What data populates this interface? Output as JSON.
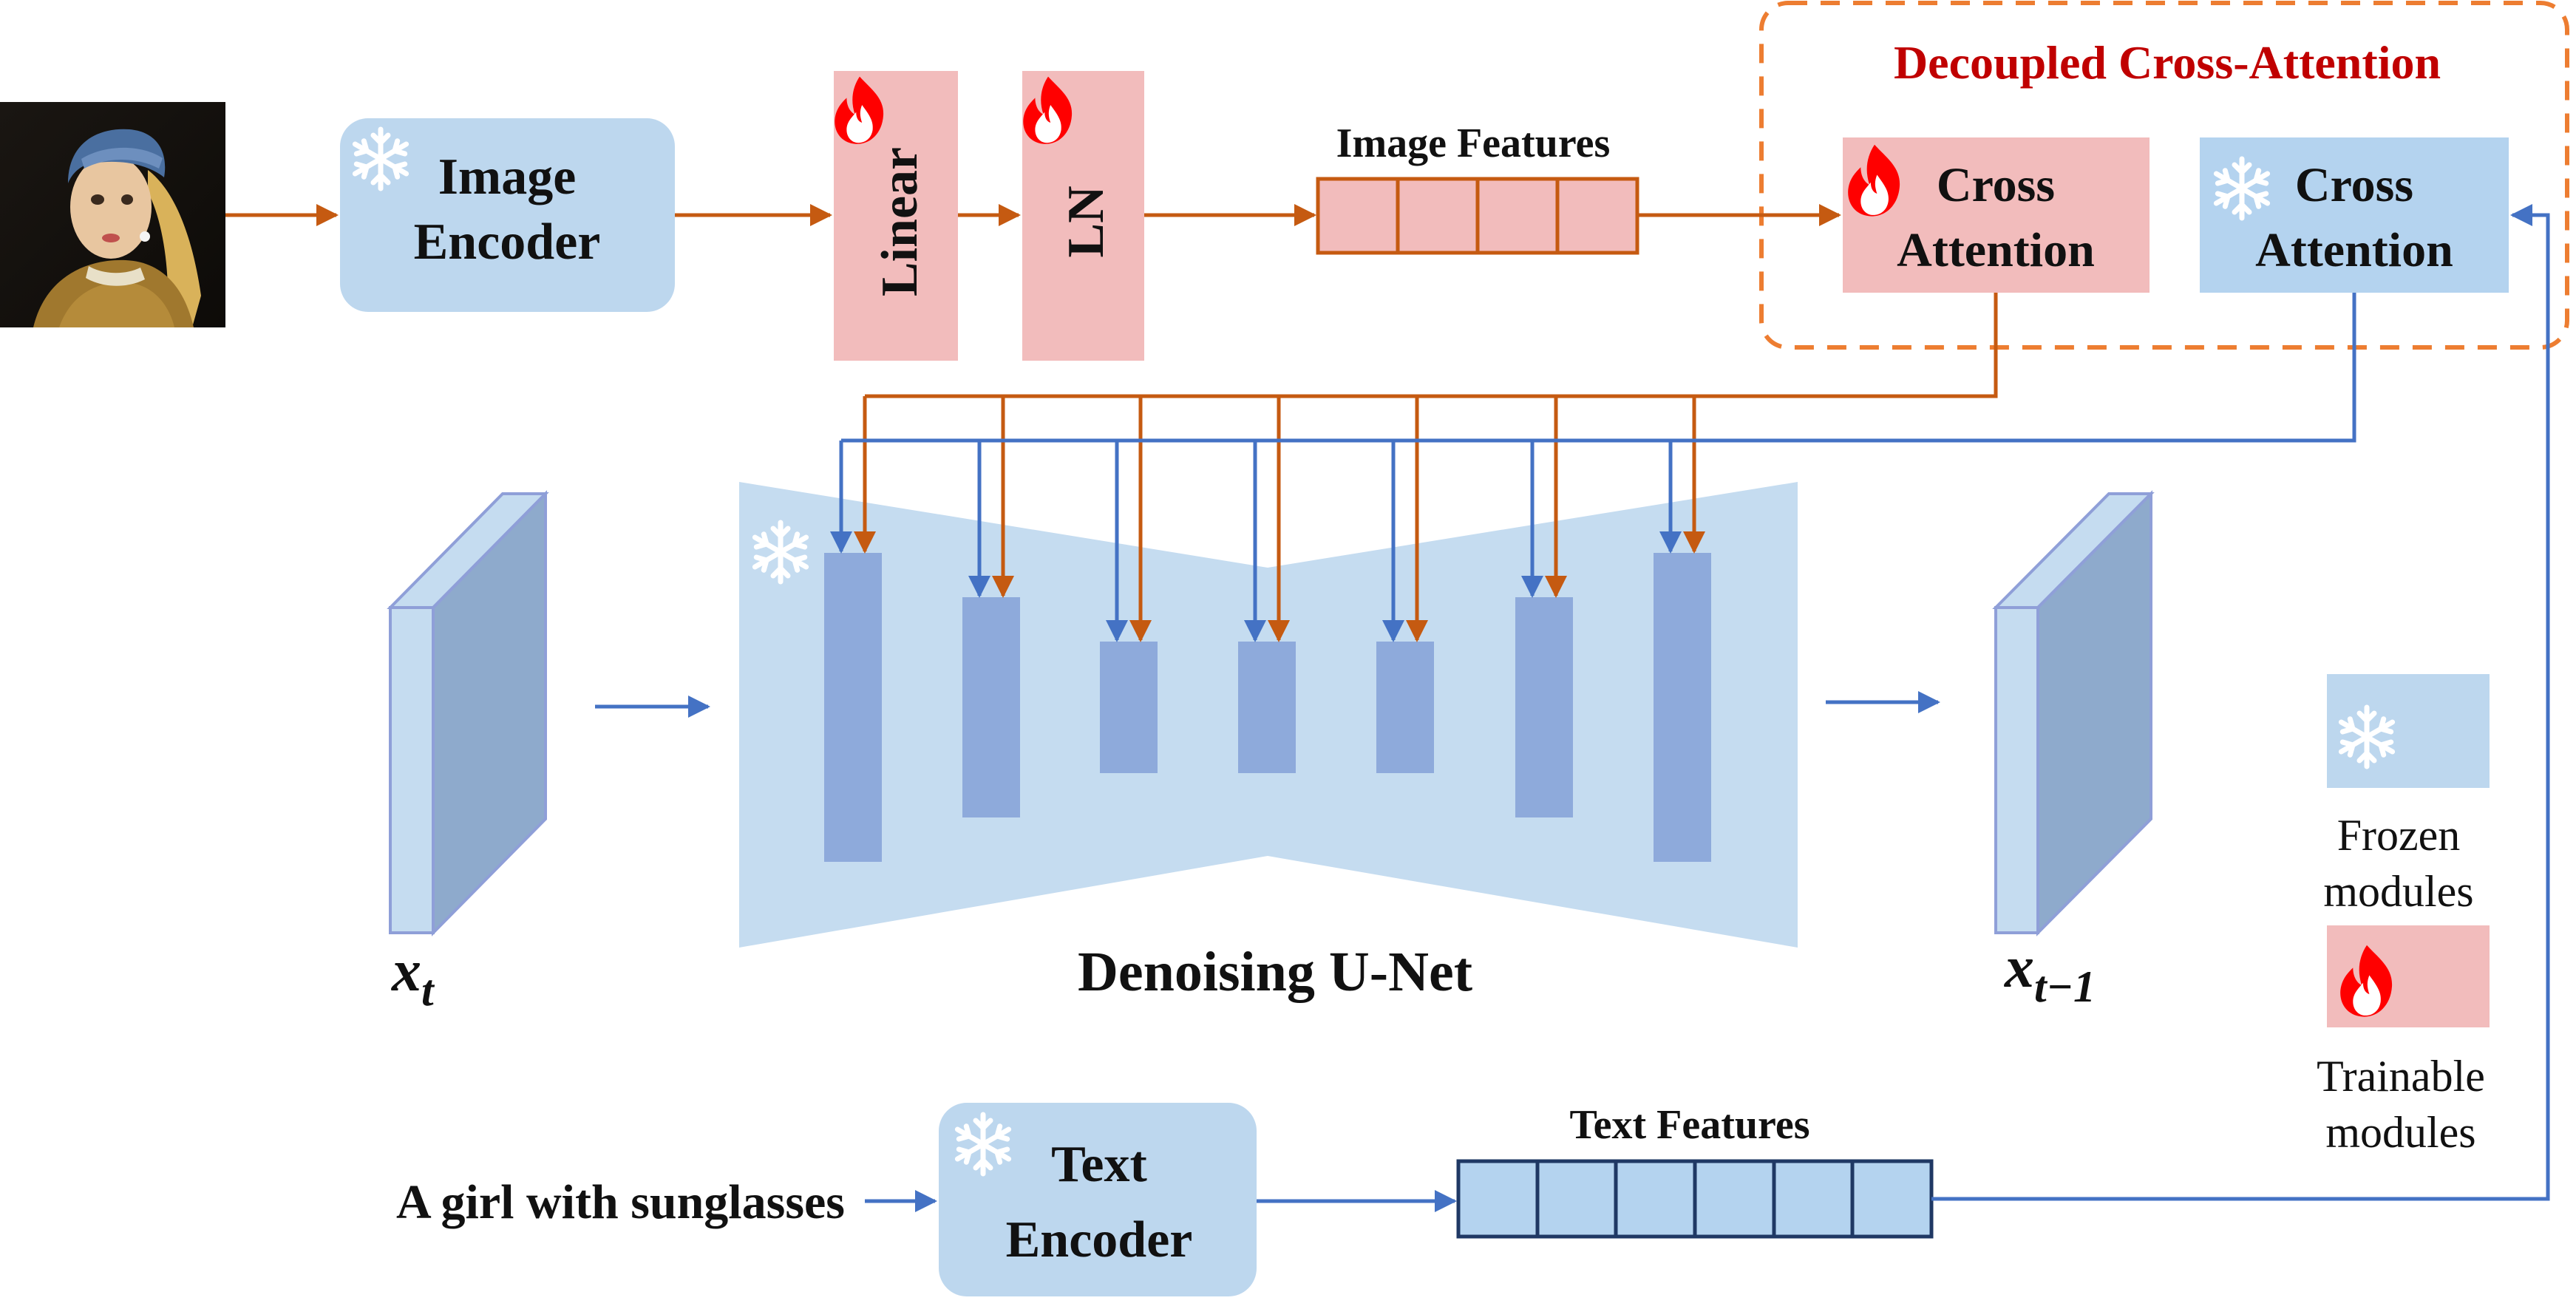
{
  "modules": {
    "image_encoder": {
      "line1": "Image",
      "line2": "Encoder",
      "state": "frozen"
    },
    "linear": {
      "label": "Linear",
      "state": "trainable"
    },
    "ln": {
      "label": "LN",
      "state": "trainable"
    },
    "image_features": {
      "label": "Image Features",
      "cells": 4
    },
    "decoupled": {
      "title": "Decoupled Cross-Attention"
    },
    "cross_attention_trainable": {
      "line1": "Cross",
      "line2": "Attention",
      "state": "trainable"
    },
    "cross_attention_frozen": {
      "line1": "Cross",
      "line2": "Attention",
      "state": "frozen"
    },
    "unet": {
      "label": "Denoising U-Net",
      "state": "frozen"
    },
    "xt": {
      "base": "x",
      "sub": "t"
    },
    "xt1": {
      "base": "x",
      "sub": "t−1"
    },
    "text_encoder": {
      "line1": "Text",
      "line2": "Encoder",
      "state": "frozen"
    },
    "text_features": {
      "label": "Text Features",
      "cells": 6
    },
    "prompt": {
      "text": "A girl with sunglasses"
    }
  },
  "legend": {
    "frozen": {
      "line1": "Frozen",
      "line2": "modules"
    },
    "trainable": {
      "line1": "Trainable",
      "line2": "modules"
    }
  },
  "colors": {
    "frozen_fill": "#bdd7ee",
    "frozen_box": "#b4d3ef",
    "trainable_fill": "#f2bcbc",
    "image_path": "#c55a11",
    "text_path": "#4472c4",
    "unet_bg": "#c5dcf0",
    "unet_block": "#8eaadb",
    "title_red": "#c00000",
    "dashed_border": "#ed7d31"
  },
  "icons": [
    "portrait-image",
    "snowflake-icon",
    "flame-icon"
  ]
}
